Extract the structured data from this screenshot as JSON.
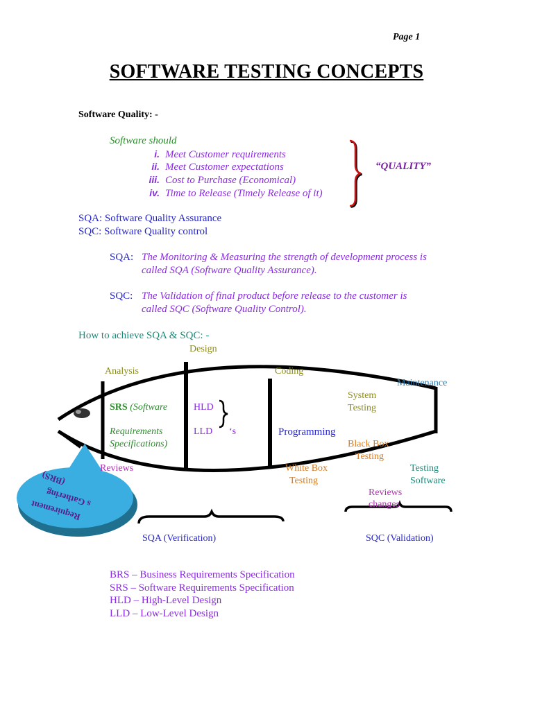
{
  "page": "Page 1",
  "title": "SOFTWARE TESTING CONCEPTS",
  "software_quality": {
    "heading": "Software Quality: -",
    "intro": "Software should",
    "items": [
      {
        "num": "i.",
        "text": "Meet Customer requirements"
      },
      {
        "num": "ii.",
        "text": "Meet Customer expectations"
      },
      {
        "num": "iii.",
        "text": "Cost to Purchase (Economical)"
      },
      {
        "num": "iv.",
        "text": "Time to Release (Timely Release of it)"
      }
    ],
    "quality_label": "“QUALITY”"
  },
  "definitions": {
    "sqa_line": "SQA: Software Quality Assurance",
    "sqc_line": "SQC: Software Quality control",
    "sqa_label": "SQA:",
    "sqa_text_1": "The Monitoring & Measuring the strength of development process is",
    "sqa_text_2": "called SQA (Software Quality Assurance).",
    "sqc_label": "SQC:",
    "sqc_text_1": "The Validation of final product before release to the customer is",
    "sqc_text_2": "called SQC (Software Quality Control)."
  },
  "diagram": {
    "heading": "How to achieve SQA & SQC: -",
    "design": "Design",
    "analysis": "Analysis",
    "coding": "Coding",
    "maintenance": "Maintenance",
    "system_testing_1": "System",
    "system_testing_2": "Testing",
    "srs_bold": "SRS",
    "srs_rest": " (Software",
    "srs_2": "Requirements",
    "srs_3": "Specifications)",
    "hld": "HLD",
    "lld": "LLD",
    "lld_suffix": "‘s",
    "programming": "Programming",
    "black_box_1": "Black Box",
    "black_box_2": "Testing",
    "reviews": "Reviews",
    "white_box_1": "White Box",
    "white_box_2": "Testing",
    "testing_software_1": "Testing",
    "testing_software_2": "Software",
    "reviews_changes_1": "Reviews",
    "reviews_changes_2": "changes",
    "brs_label": "(BRS)",
    "req_gathering_1": "Requirement",
    "req_gathering_2": "s Gathering",
    "sqa_verification": "SQA (Verification)",
    "sqc_validation": "SQC (Validation)"
  },
  "abbreviations": [
    "BRS – Business Requirements Specification",
    "SRS – Software Requirements Specification",
    "HLD – High-Level Design",
    "LLD – Low-Level Design"
  ],
  "colors": {
    "green": "#2e8b2e",
    "purple": "#8a2be2",
    "blue": "#2626c8",
    "bracket_red": "#cc1111",
    "bubble": "#3aaee0"
  }
}
